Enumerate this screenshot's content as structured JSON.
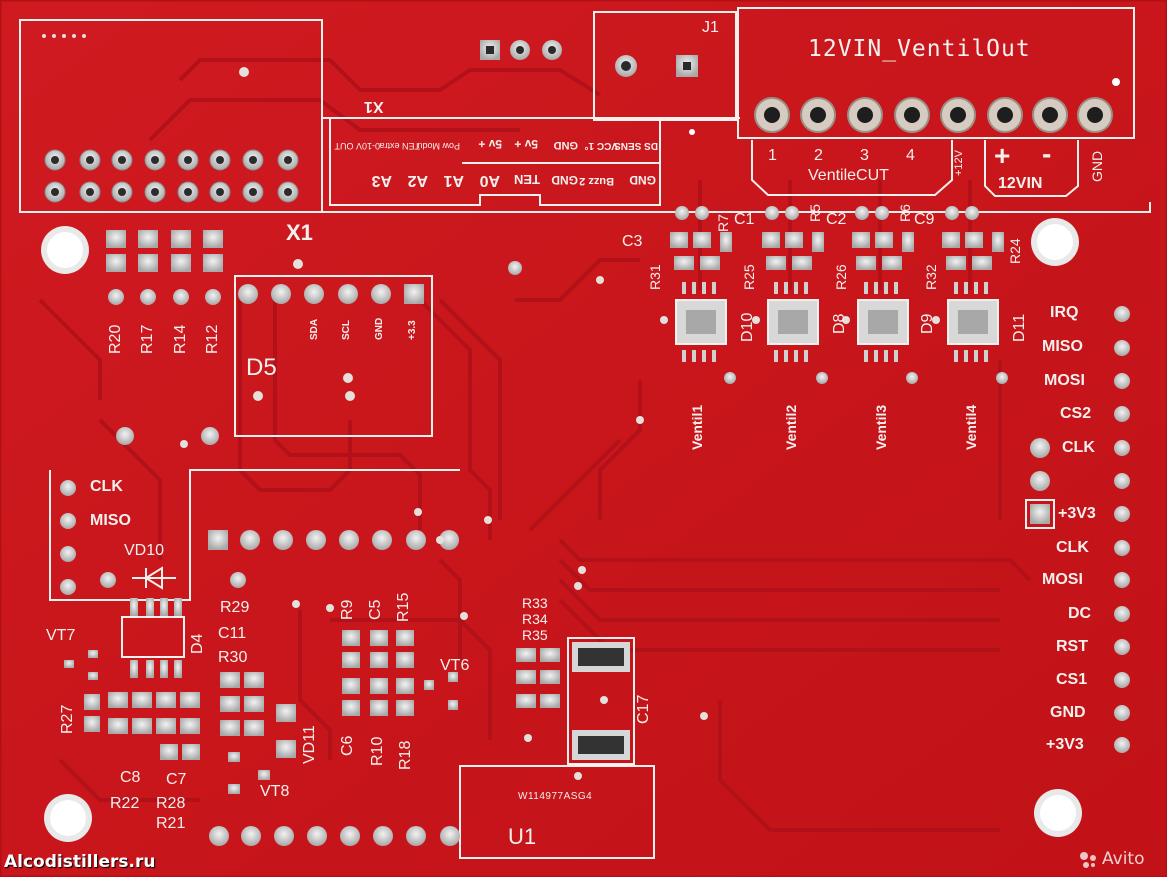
{
  "board": {
    "colors": {
      "solder_mask": "#c8161c",
      "trace": "#b00f15",
      "silk": "#f4f0ee",
      "pad": "#d8d8d8",
      "copper": "#c9c0b4"
    },
    "headers": {
      "title": "12VIN_VentilOut",
      "j1": "J1",
      "x1_top": "X1",
      "x1": "X1",
      "d5": "D5",
      "u1": "U1",
      "vd10": "VD10",
      "vt6": "VT6",
      "vt7": "VT7",
      "vt8": "VT8",
      "vd11": "VD11",
      "ventilecut": "VentileCUT",
      "v12in": "12VIN",
      "gnd_rot": "GND",
      "plus12": "+12V",
      "plus": "+",
      "minus": "-",
      "chip": "W114977ASG4"
    },
    "ventil_numbers": [
      "1",
      "2",
      "3",
      "4"
    ],
    "x1_pins": [
      "A3",
      "A2",
      "A1",
      "A0",
      "TEN",
      "GND",
      "Buzz 2",
      "GND"
    ],
    "x1_pin_desc": [
      "0-10V OUT",
      "TEN extra",
      "Pow Modu",
      "5v +",
      "5v +",
      "GND",
      "VCC 1°",
      "DS SENS"
    ],
    "d5_pins": [
      "SDA",
      "SCL",
      "GND",
      "+3.3"
    ],
    "left_pins": [
      "CLK",
      "MISO"
    ],
    "right_pins": [
      "IRQ",
      "MISO",
      "MOSI",
      "CS2",
      "CLK",
      "+3V3",
      "CLK",
      "MOSI",
      "DC",
      "RST",
      "CS1",
      "GND",
      "+3V3"
    ],
    "ventils": [
      "Ventil1",
      "Ventil2",
      "Ventil3",
      "Ventil4"
    ],
    "diodes": [
      "D10",
      "D8",
      "D9",
      "D11"
    ],
    "res_left": [
      "R20",
      "R17",
      "R14",
      "R12"
    ],
    "comp_labels": {
      "c3": "C3",
      "r31": "R31",
      "c1": "C1",
      "r7": "R7",
      "c2": "C2",
      "r5": "R5",
      "c9": "C9",
      "r6": "R6",
      "r25": "R25",
      "r26": "R26",
      "r32": "R32",
      "r24": "R24",
      "r29": "R29",
      "c11": "C11",
      "r30": "R30",
      "d4": "D4",
      "r27": "R27",
      "c8": "C8",
      "c7": "C7",
      "r22": "R22",
      "r28": "R28",
      "r21": "R21",
      "r9": "R9",
      "c5": "C5",
      "r15": "R15",
      "c6": "C6",
      "r10": "R10",
      "r18": "R18",
      "r33": "R33",
      "r34": "R34",
      "r35": "R35",
      "c17": "C17"
    },
    "watermark_left": "Alcodistillers.ru",
    "watermark_right": "Avito"
  }
}
